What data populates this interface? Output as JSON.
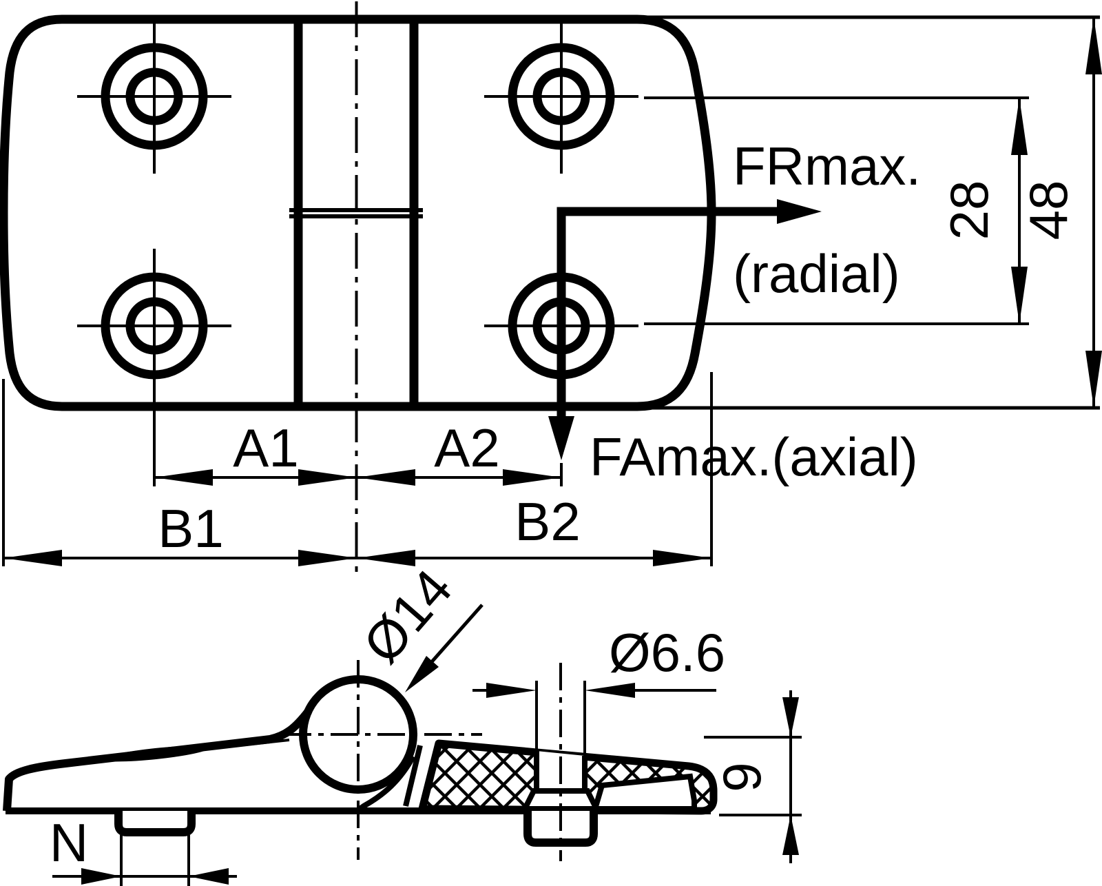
{
  "drawing": {
    "title": "hinge-technical-drawing",
    "colors": {
      "ink": "#000000",
      "background": "#ffffff"
    },
    "top_view": {
      "labels": {
        "fr_max": "FRmax.",
        "fr_qualifier": "(radial)",
        "fa_max": "FAmax.(axial)",
        "dim_hole_spacing": "28",
        "dim_total_height": "48",
        "dim_a1": "A1",
        "dim_a2": "A2",
        "dim_b1": "B1",
        "dim_b2": "B2"
      }
    },
    "side_view": {
      "labels": {
        "pin_diameter": "Ø14",
        "hole_diameter": "Ø6.6",
        "plate_thickness": "9",
        "nub_width": "N"
      }
    }
  }
}
